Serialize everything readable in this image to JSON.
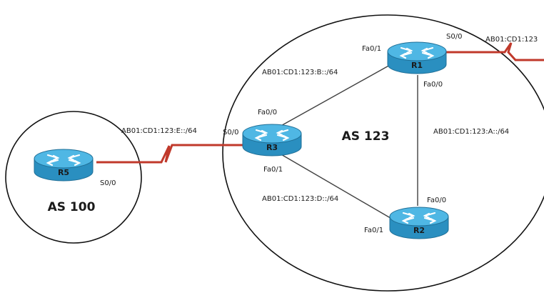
{
  "colors": {
    "serial_link": "#c0392b",
    "ethernet_link": "#404040",
    "router_body": "#2a8fc0",
    "router_top": "#4fb7e4",
    "router_arrows": "#ffffff",
    "as_circle": "#111111"
  },
  "autonomous_systems": [
    {
      "id": "as100",
      "label": "AS 100"
    },
    {
      "id": "as123",
      "label": "AS 123"
    }
  ],
  "routers": [
    {
      "id": "r1",
      "label": "R1",
      "icon": "router-icon"
    },
    {
      "id": "r2",
      "label": "R2",
      "icon": "router-icon"
    },
    {
      "id": "r3",
      "label": "R3",
      "icon": "router-icon"
    },
    {
      "id": "r5",
      "label": "R5",
      "icon": "router-icon"
    }
  ],
  "links": [
    {
      "id": "r1-external",
      "type": "serial",
      "subnet": "AB01:CD1:123"
    },
    {
      "id": "r1-r3",
      "type": "ethernet",
      "subnet": "AB01:CD1:123:B::/64"
    },
    {
      "id": "r1-r2",
      "type": "ethernet",
      "subnet": "AB01:CD1:123:A::/64"
    },
    {
      "id": "r3-r2",
      "type": "ethernet",
      "subnet": "AB01:CD1:123:D::/64"
    },
    {
      "id": "r5-r3",
      "type": "serial",
      "subnet": "AB01:CD1:123:E::/64"
    }
  ],
  "interfaces": {
    "r1_s00": "S0/0",
    "r1_fa01": "Fa0/1",
    "r1_fa00": "Fa0/0",
    "r3_fa00": "Fa0/0",
    "r3_s00": "S0/0",
    "r3_fa01": "Fa0/1",
    "r2_fa00": "Fa0/0",
    "r2_fa01": "Fa0/1",
    "r5_s00": "S0/0"
  }
}
